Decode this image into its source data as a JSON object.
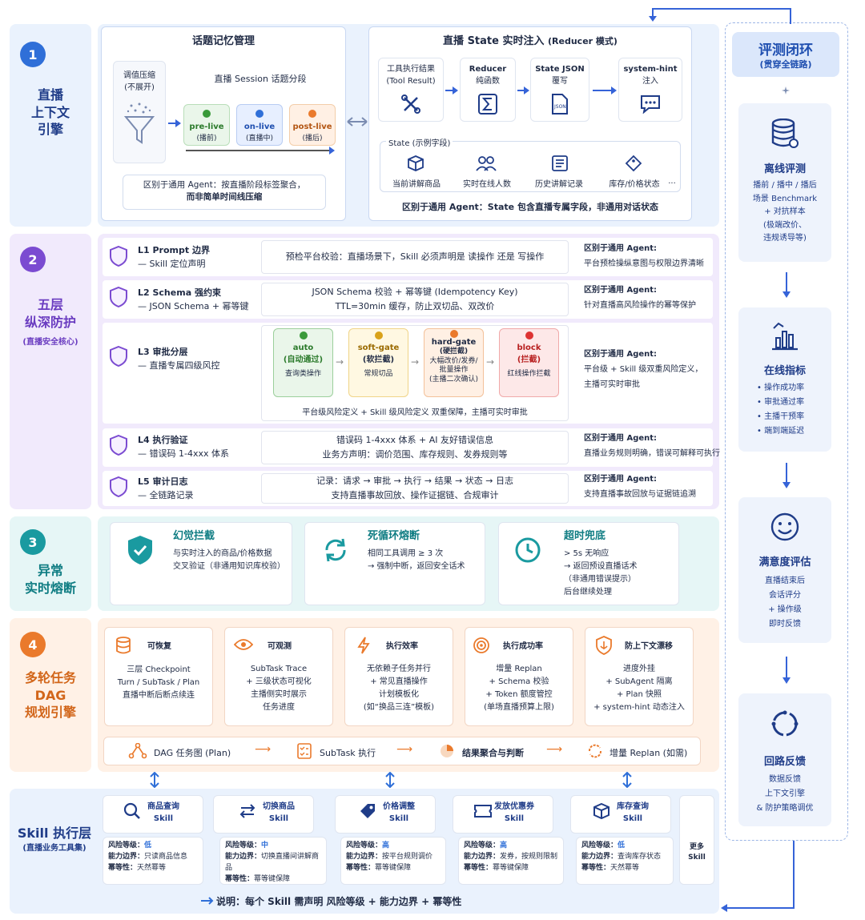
{
  "s1": {
    "num": "1",
    "title": [
      "直播",
      "上下文",
      "引擎"
    ],
    "topic": {
      "title": "话题记忆管理",
      "compress": [
        "调值压缩",
        "(不展开)"
      ],
      "seg_title": "直播 Session 话题分段",
      "phases": [
        {
          "name": "pre-live",
          "sub": "(播前)"
        },
        {
          "name": "on-live",
          "sub": "(直播中)"
        },
        {
          "name": "post-live",
          "sub": "(播后)"
        }
      ],
      "note": [
        "区别于通用 Agent：按直播阶段标签聚合，",
        "而非简单时间线压缩"
      ]
    },
    "state": {
      "title": "直播 State 实时注入",
      "title_suffix": "(Reducer 模式)",
      "flow": [
        {
          "l1": "工具执行结果",
          "l2": "(Tool Result)"
        },
        {
          "l1": "Reducer",
          "l2": "纯函数"
        },
        {
          "l1": "State JSON",
          "l2": "覆写"
        },
        {
          "l1": "system-hint",
          "l2": "注入"
        }
      ],
      "fields_title": "State (示例字段)",
      "fields": [
        "当前讲解商品",
        "实时在线人数",
        "历史讲解记录",
        "库存/价格状态"
      ],
      "more": "...",
      "note": "区别于通用 Agent：State 包含直播专属字段，非通用对话状态"
    }
  },
  "s2": {
    "num": "2",
    "title": [
      "五层",
      "纵深防护"
    ],
    "sub": "(直播安全核心)",
    "layers": [
      {
        "l1": "L1  Prompt 边界",
        "l2": "— Skill 定位声明",
        "mid": [
          "预检平台校验：直播场景下，Skill 必须声明是 读操作 还是 写操作"
        ],
        "r1": "区别于通用 Agent:",
        "r2": "平台预检操纵意图与权限边界清晰"
      },
      {
        "l1": "L2  Schema 强约束",
        "l2": "— JSON Schema + 幂等键",
        "mid": [
          "JSON Schema 校验  +  幂等键 (Idempotency Key)",
          "TTL=30min 缓存，防止双切品、双改价"
        ],
        "r1": "区别于通用 Agent:",
        "r2": "针对直播高风险操作的幂等保护"
      },
      {
        "l1": "L3  审批分层",
        "l2": "— 直播专属四级风控",
        "mid": [
          "平台级风险定义   +   Skill 级风险定义   双重保障，主播可实时审批"
        ],
        "r1": "区别于通用 Agent:",
        "r2": "平台级 + Skill 级双重风险定义，",
        "r3": "主播可实时审批"
      },
      {
        "l1": "L4  执行验证",
        "l2": "— 错误码 1-4xxx 体系",
        "mid": [
          "错误码 1-4xxx 体系   +   AI 友好错误信息",
          "业务方声明：调价范围、库存规则、发券规则等"
        ],
        "r1": "区别于通用 Agent:",
        "r2": "直播业务规则明确，错误可解释可执行"
      },
      {
        "l1": "L5  审计日志",
        "l2": "— 全链路记录",
        "mid": [
          "记录：请求 → 审批 → 执行 → 结果 → 状态 → 日志",
          "支持直播事故回放、操作证据链、合规审计"
        ],
        "r1": "区别于通用 Agent:",
        "r2": "支持直播事故回放与证据链追溯"
      }
    ],
    "gates": [
      {
        "name": "auto",
        "sub": "(自动通过)",
        "desc": [
          "查询类操作"
        ]
      },
      {
        "name": "soft-gate",
        "sub": "(软拦截)",
        "desc": [
          "常规切品"
        ]
      },
      {
        "name": "hard-gate",
        "sub": "(硬拦截)",
        "desc": [
          "大幅改价/发券/",
          "批量操作",
          "(主播二次确认)"
        ]
      },
      {
        "name": "block",
        "sub": "(拦截)",
        "desc": [
          "红线操作拦截"
        ]
      }
    ]
  },
  "s3": {
    "num": "3",
    "title": [
      "异常",
      "实时熔断"
    ],
    "cards": [
      {
        "title": "幻觉拦截",
        "lines": [
          "与实时注入的商品/价格数据",
          "交叉验证（非通用知识库校验）"
        ]
      },
      {
        "title": "死循环熔断",
        "lines": [
          "相同工具调用 ≥ 3 次",
          "→ 强制中断，返回安全话术"
        ]
      },
      {
        "title": "超时兜底",
        "lines": [
          "> 5s 无响应",
          "→ 返回预设直播话术",
          "（非通用错误提示）",
          "后台继续处理"
        ]
      }
    ]
  },
  "s4": {
    "num": "4",
    "title": [
      "多轮任务",
      "DAG",
      "规划引擎"
    ],
    "cards": [
      {
        "title": "可恢复",
        "lines": [
          "三层 Checkpoint",
          "Turn / SubTask / Plan",
          "直播中断后断点续连"
        ]
      },
      {
        "title": "可观测",
        "lines": [
          "SubTask Trace",
          "+ 三级状态可视化",
          "主播侧实时展示",
          "任务进度"
        ]
      },
      {
        "title": "执行效率",
        "lines": [
          "无依赖子任务并行",
          "+ 常见直播操作",
          "计划模板化",
          "(如“换品三连”模板)"
        ]
      },
      {
        "title": "执行成功率",
        "lines": [
          "增量 Replan",
          "+ Schema 校验",
          "+ Token 额度管控",
          "(单场直播预算上限)"
        ]
      },
      {
        "title": "防上下文漂移",
        "lines": [
          "进度外挂",
          "+ SubAgent 隔离",
          "+ Plan 快照",
          "+ system-hint 动态注入"
        ]
      }
    ],
    "flow": [
      "DAG 任务图 (Plan)",
      "SubTask 执行",
      "结果聚合与判断",
      "增量 Replan (如需)"
    ]
  },
  "skill": {
    "title": "Skill 执行层",
    "sub": "(直播业务工具集)",
    "items": [
      {
        "name": "商品查询",
        "risk": "低",
        "risk_color": "#2f6fd8",
        "boundary": "只读商品信息",
        "idem": "天然幂等"
      },
      {
        "name": "切换商品",
        "risk": "中",
        "risk_color": "#2f6fd8",
        "boundary": "切换直播间讲解商品",
        "idem": "幂等键保障"
      },
      {
        "name": "价格调整",
        "risk": "高",
        "risk_color": "#2f6fd8",
        "boundary": "按平台规则调价",
        "idem": "幂等键保障"
      },
      {
        "name": "发放优惠券",
        "risk": "高",
        "risk_color": "#2f6fd8",
        "boundary": "发券，按规则限制",
        "idem": "幂等键保障"
      },
      {
        "name": "库存查询",
        "risk": "低",
        "risk_color": "#2f6fd8",
        "boundary": "查询库存状态",
        "idem": "天然幂等"
      }
    ],
    "skill_word": "Skill",
    "risk_label": "风险等级：",
    "boundary_label": "能力边界：",
    "idem_label": "幂等性：",
    "more": "更多 Skill",
    "note": "说明：每个 Skill 需声明 风险等级 + 能力边界 + 幂等性"
  },
  "eval": {
    "title": "评测闭环",
    "sub": "(贯穿全链路)",
    "blocks": [
      {
        "title": "离线评测",
        "lines": [
          "播前 / 播中 / 播后",
          "场景 Benchmark",
          "+ 对抗样本",
          "(极端改价、",
          "违规诱导等)"
        ]
      },
      {
        "title": "在线指标",
        "bullets": [
          "操作成功率",
          "审批通过率",
          "主播干预率",
          "端到端延迟"
        ]
      },
      {
        "title": "满意度评估",
        "lines": [
          "直播结束后",
          "会话评分",
          "+ 操作级",
          "即时反馈"
        ]
      },
      {
        "title": "回路反馈",
        "lines": [
          "数据反馈",
          "上下文引擎",
          "& 防护策略调优"
        ]
      }
    ]
  },
  "colors": {
    "blue": "#2f6fd8",
    "purple": "#7b4bd1",
    "teal": "#1a9aa0",
    "orange": "#ea7a2c",
    "green": "#3a9a3a",
    "red": "#d33"
  }
}
